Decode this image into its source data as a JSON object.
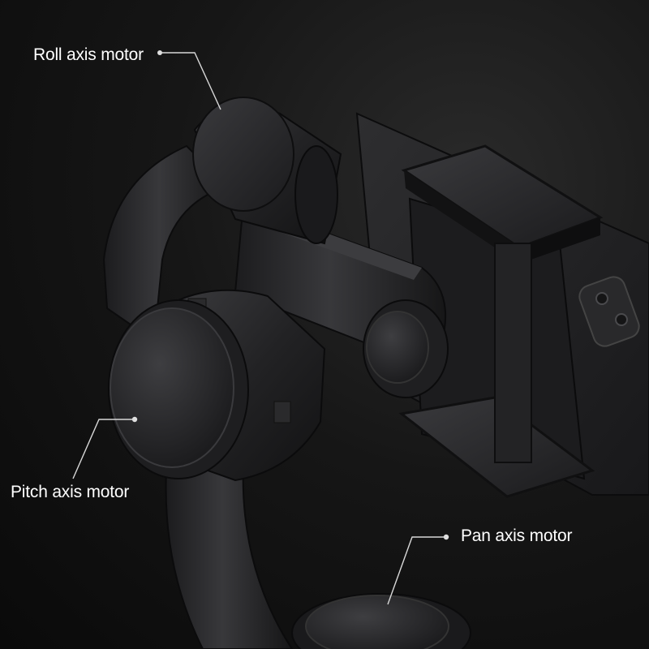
{
  "labels": {
    "roll": "Roll axis motor",
    "pitch": "Pitch axis motor",
    "pan": "Pan axis motor"
  },
  "colors": {
    "background": "#141414",
    "callout_line": "#d8d8d8",
    "label_text": "#ffffff"
  }
}
